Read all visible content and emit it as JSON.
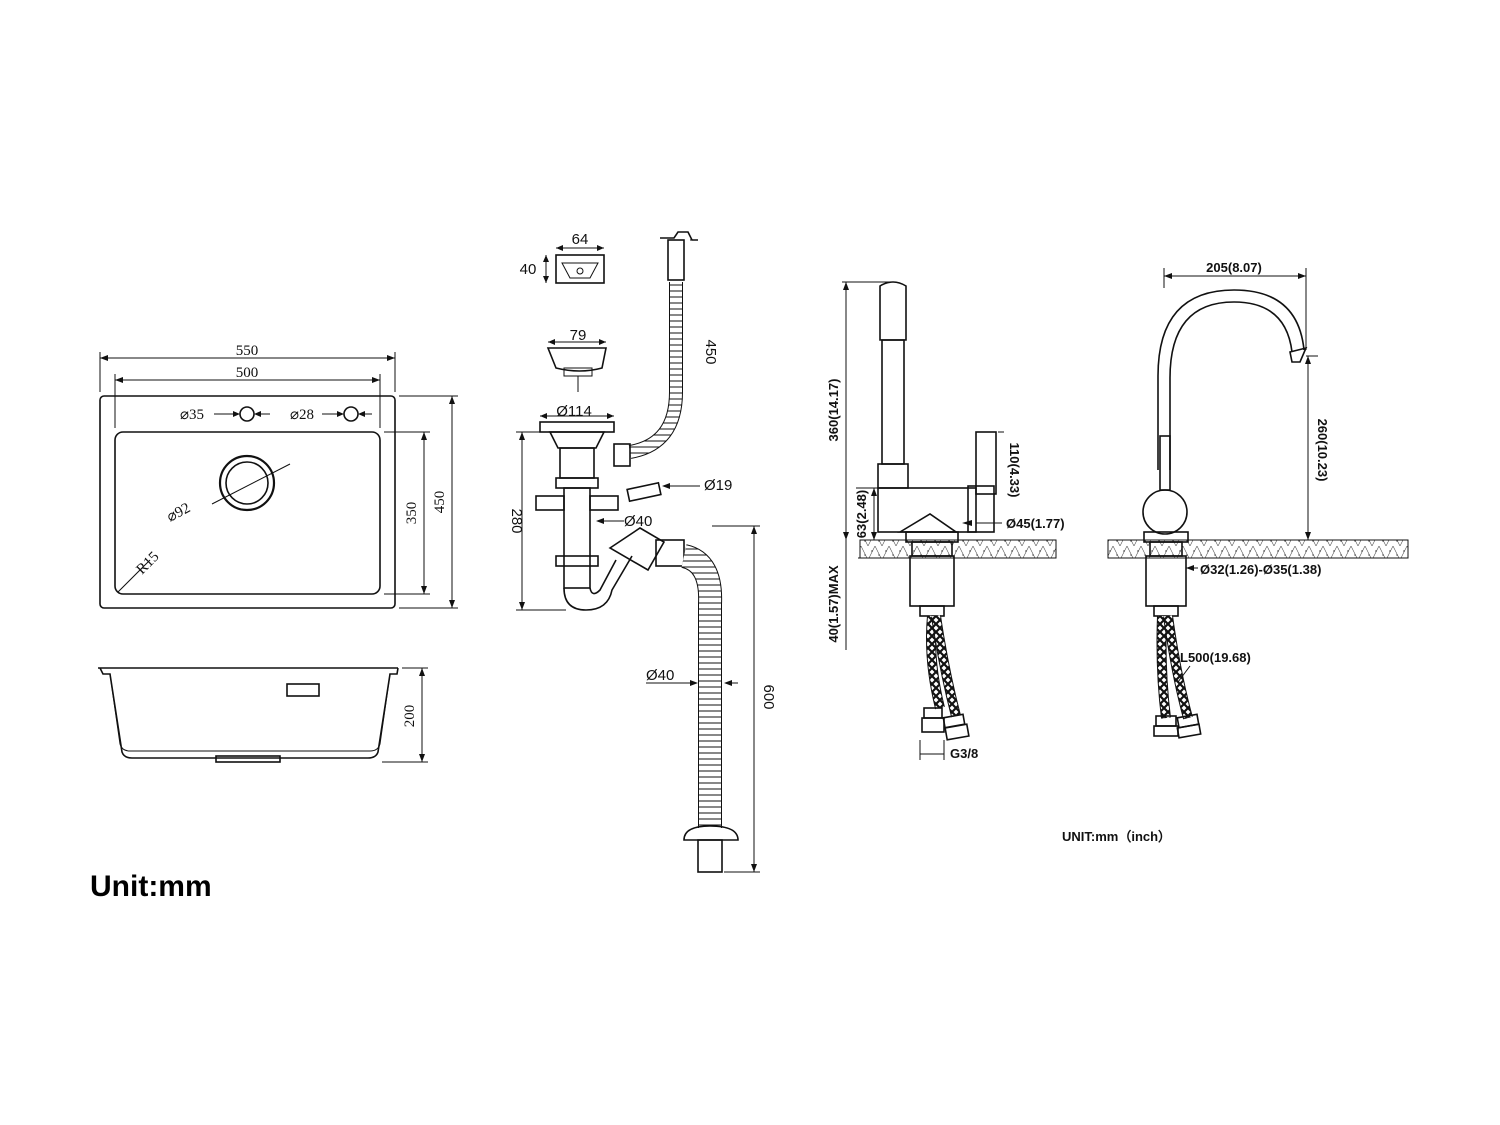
{
  "sink": {
    "width_outer": "550",
    "width_inner": "500",
    "hole1": "⌀35",
    "hole2": "⌀28",
    "drain": "⌀92",
    "radius": "R15",
    "depth_inner": "350",
    "depth_outer": "450",
    "height": "200"
  },
  "drain_kit": {
    "overflow_w": "64",
    "overflow_h": "40",
    "strainer": "79",
    "flange": "Ø114",
    "hose_len": "450",
    "overflow_pipe": "Ø19",
    "height": "280",
    "outlet": "Ø40",
    "hose_dia": "Ø40",
    "hose_max": "600"
  },
  "faucet_side": {
    "height": "360(14.17)",
    "handle": "110(4.33)",
    "base_h": "63(2.48)",
    "base_dia": "Ø45(1.77)",
    "deck_max": "40(1.57)MAX",
    "thread": "G3/8"
  },
  "faucet_front": {
    "reach": "205(8.07)",
    "spout_h": "260(10.23)",
    "hole": "Ø32(1.26)-Ø35(1.38)",
    "hose": "L500(19.68)"
  },
  "units": {
    "left": "Unit:mm",
    "right": "UNIT:mm（inch）"
  }
}
